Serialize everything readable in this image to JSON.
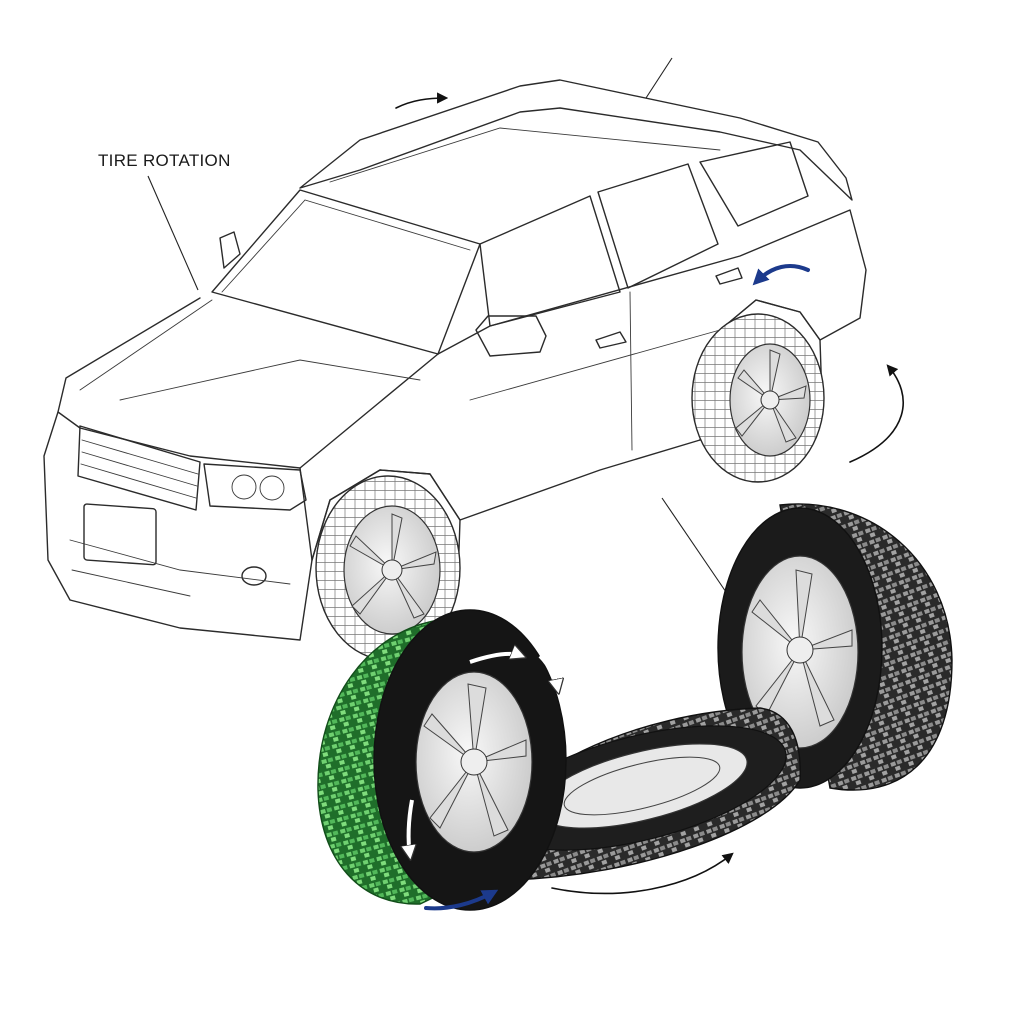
{
  "label": {
    "title": "TIRE ROTATION"
  },
  "colors": {
    "line": "#2b2b2b",
    "tire_dark": "#1b1b1b",
    "tire_green": "#3fae4a",
    "tire_green_dark": "#1f6e2a",
    "arrow_blue": "#1c3a8c",
    "rim": "#e6e6e6"
  },
  "icons": {
    "vehicle": "suv-line-drawing",
    "green_tire": "highlighted-tire",
    "spare_tire": "flat-lying-tire",
    "rear_tire": "standing-tire",
    "arrows": "rotation-direction-arrows"
  }
}
